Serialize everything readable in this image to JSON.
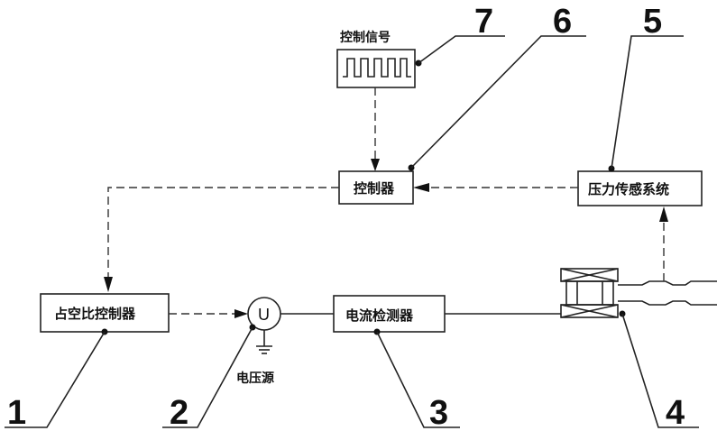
{
  "labels": {
    "control_signal": "控制信号",
    "controller": "控制器",
    "pressure_system": "压力传感系统",
    "duty_controller": "占空比控制器",
    "voltage_source_symbol": "U",
    "voltage_source": "电压源",
    "current_detector": "电流检测器"
  },
  "callouts": {
    "n1": "1",
    "n2": "2",
    "n3": "3",
    "n4": "4",
    "n5": "5",
    "n6": "6",
    "n7": "7"
  }
}
